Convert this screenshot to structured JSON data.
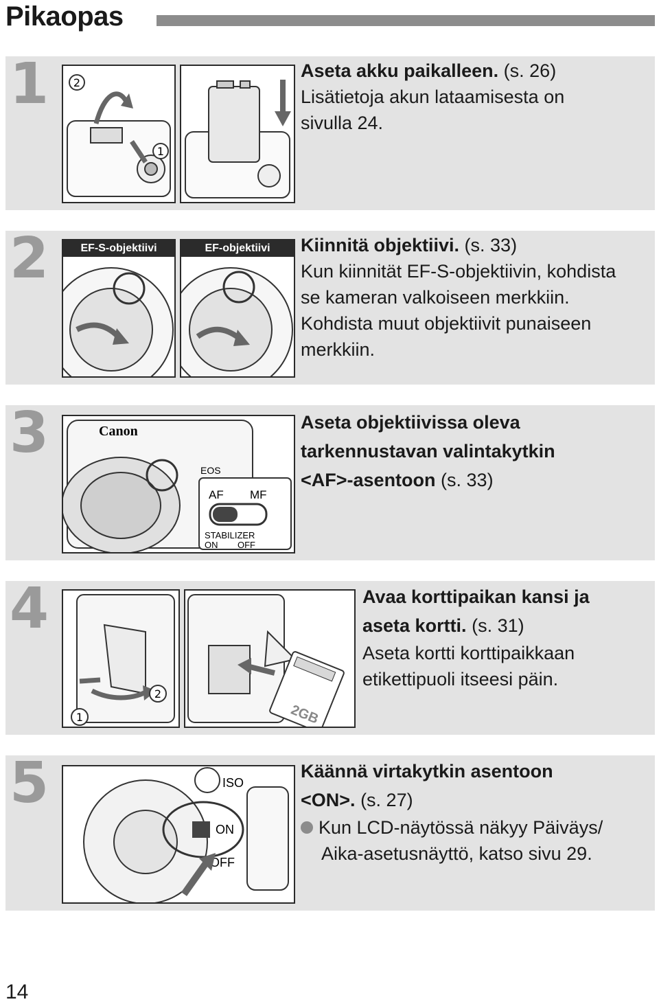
{
  "page": {
    "title": "Pikaopas",
    "page_number": "14"
  },
  "steps": [
    {
      "number": "1",
      "heading": "Aseta akku paikalleen.",
      "ref": "(s. 26)",
      "body": [
        "Lisätietoja akun lataamisesta on",
        "sivulla 24."
      ]
    },
    {
      "number": "2",
      "heading": "Kiinnitä objektiivi.",
      "ref": "(s. 33)",
      "labels": [
        "EF-S-objektiivi",
        "EF-objektiivi"
      ],
      "body": [
        "Kun kiinnität EF-S-objektiivin, kohdista",
        "se kameran valkoiseen merkkiin.",
        "Kohdista muut objektiivit punaiseen",
        "merkkiin."
      ]
    },
    {
      "number": "3",
      "heading_lines": [
        "Aseta objektiivissa oleva",
        "tarkennustavan valintakytkin",
        "<AF>-asentoon"
      ],
      "ref": "(s. 33)",
      "image_text": {
        "brand": "Canon",
        "model": "EOS",
        "af": "AF",
        "mf": "MF",
        "stabilizer": "STABILIZER",
        "on": "ON",
        "off": "OFF"
      }
    },
    {
      "number": "4",
      "heading_lines": [
        "Avaa korttipaikan kansi ja",
        "aseta kortti."
      ],
      "ref": "(s. 31)",
      "body": [
        "Aseta kortti korttipaikkaan",
        "etikettipuoli itseesi päin."
      ],
      "image_text": {
        "card": "2GB",
        "marker_1": "1",
        "marker_2": "2"
      }
    },
    {
      "number": "5",
      "heading_lines": [
        "Käännä virtakytkin asentoon",
        "<ON>."
      ],
      "ref": "(s. 27)",
      "bullet_lines": [
        "Kun LCD-näytössä näkyy Päiväys/",
        "Aika-asetusnäyttö, katso sivu 29."
      ],
      "image_text": {
        "iso": "ISO",
        "on": "ON",
        "off": "OFF"
      }
    }
  ],
  "colors": {
    "step_background": "#e3e3e3",
    "step_number": "#9a9a9a",
    "title_bar": "#8c8c8c",
    "label_tab": "#2b2b2b"
  }
}
